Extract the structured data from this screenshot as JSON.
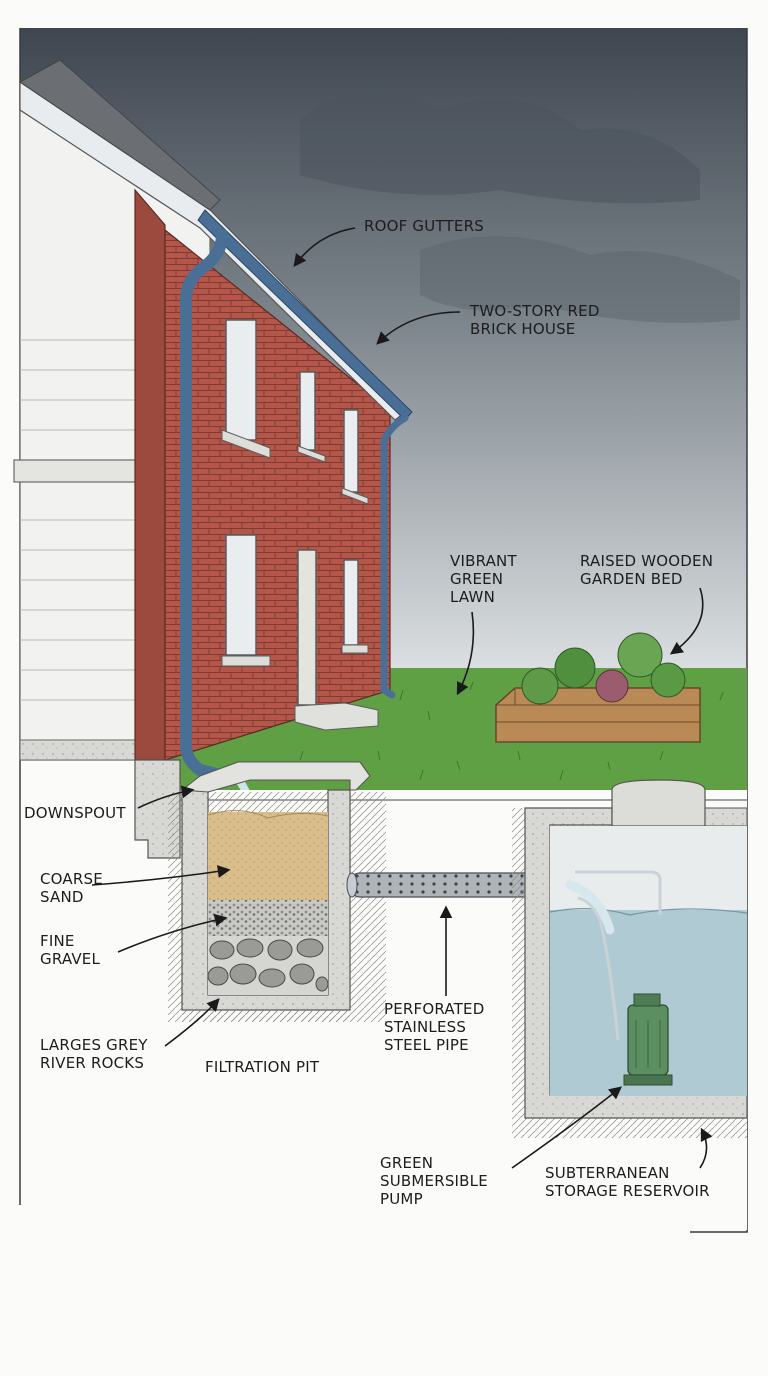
{
  "colors": {
    "sky_top": "#3f4650",
    "sky_bottom": "#d9dde0",
    "brick": "#b4574a",
    "gutter": "#4a6f96",
    "lawn": "#5fa045",
    "sand": "#d9bd8a",
    "water": "#a9c6cf",
    "pump": "#5b8f62",
    "concrete": "#d8d8d4"
  },
  "labels": {
    "roof_gutters": "ROOF GUTTERS",
    "house": [
      "TWO-STORY RED",
      "BRICK HOUSE"
    ],
    "lawn": [
      "VIBRANT",
      "GREEN",
      "LAWN"
    ],
    "garden_bed": [
      "RAISED WOODEN",
      "GARDEN BED"
    ],
    "downspout": "DOWNSPOUT",
    "coarse_sand": [
      "COARSE",
      "SAND"
    ],
    "fine_gravel": [
      "FINE",
      "GRAVEL"
    ],
    "river_rocks": [
      "LARGES GREY",
      "RIVER ROCKS"
    ],
    "filtration_pit": "FILTRATION PIT",
    "pipe": [
      "PERFORATED",
      "STAINLESS",
      "STEEL PIPE"
    ],
    "pump": [
      "GREEN",
      "SUBMERSIBLE",
      "PUMP"
    ],
    "reservoir": [
      "SUBTERRANEAN",
      "STORAGE RESERVOIR"
    ]
  }
}
